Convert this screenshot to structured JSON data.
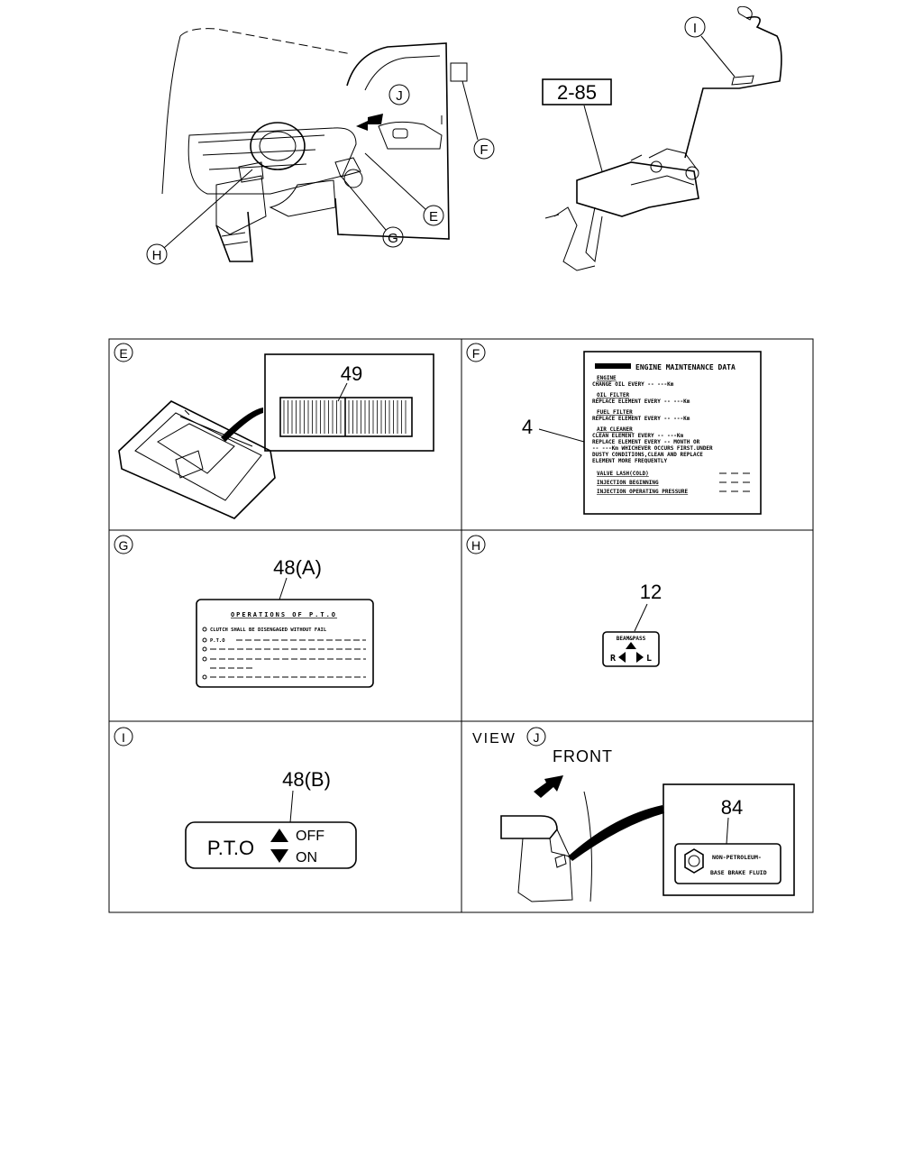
{
  "top": {
    "callouts": [
      "J",
      "F",
      "E",
      "G",
      "H",
      "I"
    ],
    "ref_box": "2-85"
  },
  "panels": {
    "E": {
      "letter": "E",
      "part_no": "49"
    },
    "F": {
      "letter": "F",
      "part_no": "4",
      "label_lines": [
        "ENGINE MAINTENANCE DATA",
        "ENGINE",
        "CHANGE OIL EVERY -- ---Km",
        "OIL FILTER",
        "REPLACE ELEMENT EVERY -- ---Km",
        "FUEL FILTER",
        "REPLACE ELEMENT EVERY -- ---Km",
        "AIR CLEANER",
        "CLEAN ELEMENT EVERY -- ---Km",
        "REPLACE ELEMENT EVERY -- MONTH OR",
        "-- ---Km WHICHEVER OCCURS FIRST.UNDER",
        "DUSTY CONDITIONS,CLEAN AND REPLACE",
        "ELEMENT MORE FREQUENTLY",
        "VALVE LASH(COLD)",
        "INJECTION BEGINNING",
        "INJECTION OPERATING PRESSURE"
      ]
    },
    "G": {
      "letter": "G",
      "part_no": "48(A)",
      "title": "OPERATIONS OF P.T.O",
      "line1": "CLUTCH SHALL BE DISENGAGED WITHOUT FAIL",
      "line2": "P.T.O"
    },
    "H": {
      "letter": "H",
      "part_no": "12",
      "top": "BEAM&PASS",
      "left": "R",
      "right": "L"
    },
    "I": {
      "letter": "I",
      "part_no": "48(B)",
      "pto": "P.T.O",
      "off": "OFF",
      "on": "ON"
    },
    "J": {
      "view": "VIEW",
      "letter": "J",
      "front": "FRONT",
      "part_no": "84",
      "fluid_line1": "NON-PETROLEUM-",
      "fluid_line2": "BASE BRAKE FLUID"
    }
  }
}
